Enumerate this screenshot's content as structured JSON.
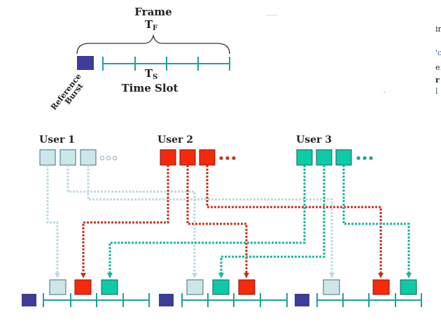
{
  "frame": {
    "title": "Frame",
    "symbol": "T",
    "symbol_sub": "F"
  },
  "slot": {
    "symbol": "T",
    "symbol_sub": "S",
    "label": "Time Slot"
  },
  "reference_burst": [
    "Reference",
    "Burst"
  ],
  "users": [
    {
      "label": "User 1",
      "color": "#cde6ea",
      "border": "#3f6f7d",
      "dots_color": "#b5c9cf"
    },
    {
      "label": "User 2",
      "color": "#f52a0a",
      "border": "#7a1a10",
      "dots_color": "#c8341c"
    },
    {
      "label": "User 3",
      "color": "#0ccba6",
      "border": "#1f5c55",
      "dots_color": "#16a58c"
    }
  ],
  "colors": {
    "teal_line": "#1aa39a",
    "reference": "#3c3c9a",
    "user1_arrow": "#bcdbe2",
    "user2_arrow": "#c9331c",
    "user3_arrow": "#18b79d"
  },
  "right_edge_fragments": [
    "ir",
    "'c",
    "e:",
    "r",
    "l"
  ]
}
